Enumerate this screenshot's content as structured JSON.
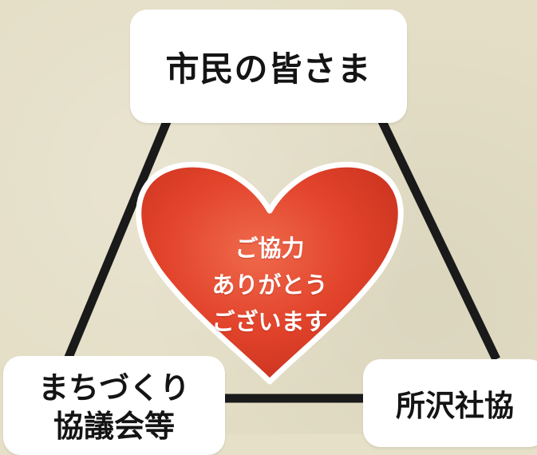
{
  "nodes": {
    "top": {
      "label": "市民の皆さま"
    },
    "left": {
      "line1": "まちづくり",
      "line2": "協議会等"
    },
    "right": {
      "label": "所沢社協"
    }
  },
  "heart": {
    "line1": "ご協力",
    "line2": "ありがとう",
    "line3": "ございます"
  },
  "colors": {
    "background": "#e4dec6",
    "heart": "#e5452c",
    "heart_outline": "#ffffff",
    "lines": "#1a1a1a",
    "box": "#ffffff"
  }
}
